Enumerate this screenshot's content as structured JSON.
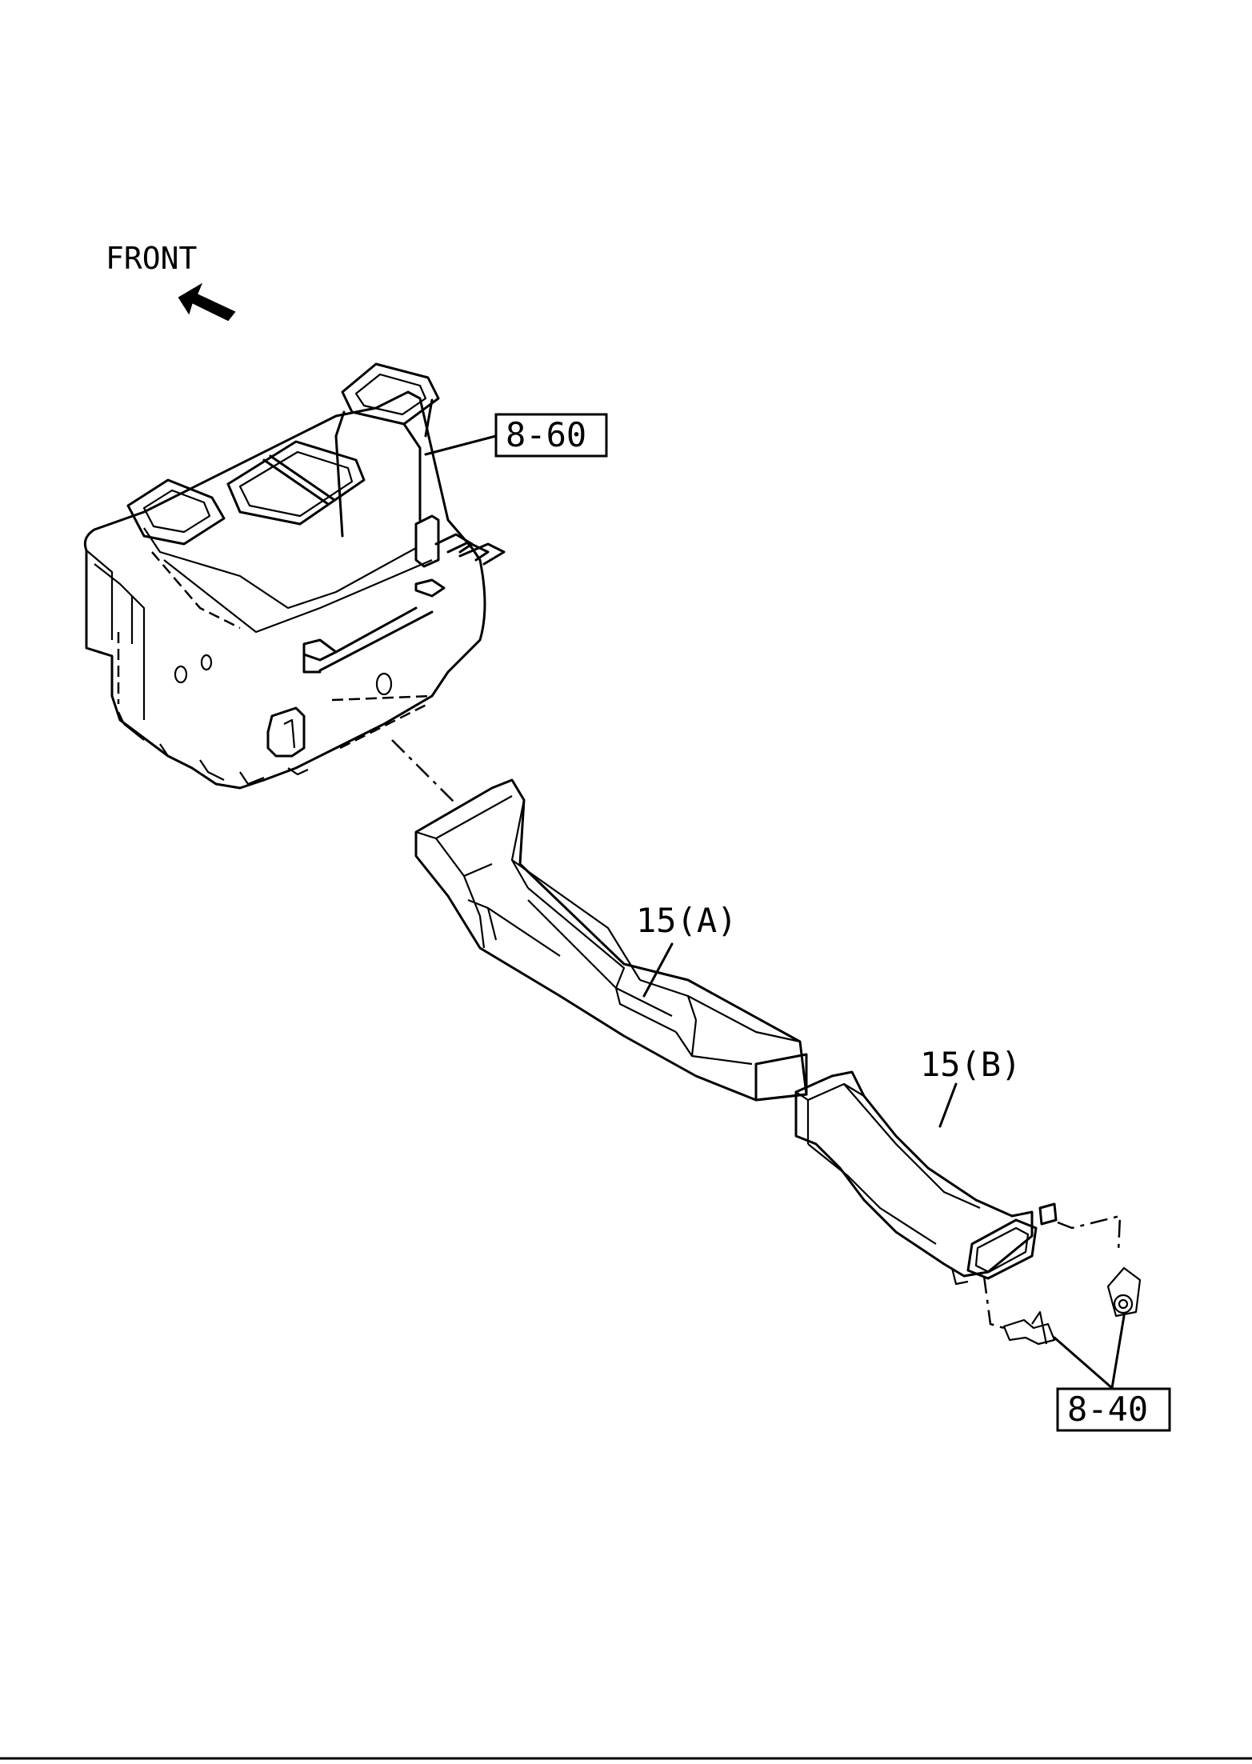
{
  "front_label": "FRONT",
  "callouts": {
    "heater_unit_ref": "8-60",
    "duct_a": "15(A)",
    "duct_b": "15(B)",
    "fastener_ref": "8-40"
  },
  "colors": {
    "line": "#000000",
    "background": "#ffffff"
  }
}
